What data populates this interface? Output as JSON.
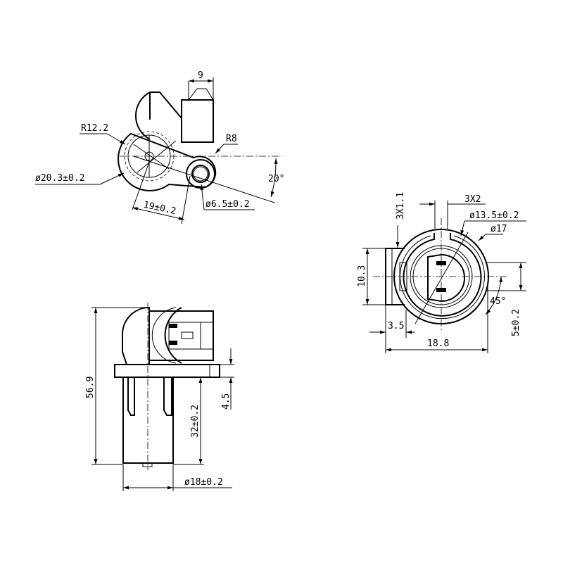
{
  "top_view": {
    "width_connector": "9",
    "radius_body": "R12.2",
    "radius_boss": "R8",
    "diameter_body": "ø20.3±0.2",
    "center_distance": "19±0.2",
    "diameter_hole": "ø6.5±0.2",
    "angle": "20°"
  },
  "end_view": {
    "key_depth": "3X1.1",
    "key_width": "3X2",
    "diameter_inner": "ø13.5±0.2",
    "diameter_outer": "ø17",
    "height_connector": "10.3",
    "offset_left": "3.5",
    "width_overall": "18.8",
    "key_angle": "45°",
    "key_offset": "5±0.2"
  },
  "side_view": {
    "height_overall": "56.9",
    "flange_thickness": "4.5",
    "body_length": "32±0.2",
    "diameter_body": "ø18±0.2"
  }
}
